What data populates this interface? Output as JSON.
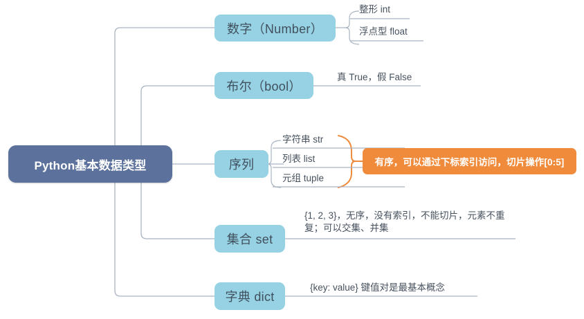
{
  "diagram": {
    "title": "Python基本数据类型",
    "type": "mindmap",
    "colors": {
      "root_fill": "#5c729c",
      "root_text": "#ffffff",
      "branch_fill": "#96d2e3",
      "branch_text": "#41505e",
      "callout_fill": "#f08b3c",
      "callout_text": "#ffffff",
      "line": "#a9b4c2",
      "accent_bracket": "#f08b3c",
      "leaf_text": "#47525f"
    }
  },
  "root": {
    "label": "Python基本数据类型"
  },
  "branches": [
    {
      "id": "number",
      "label": "数字（Number）",
      "leaves": [
        {
          "id": "int",
          "text": "整形 int"
        },
        {
          "id": "float",
          "text": "浮点型 float"
        }
      ]
    },
    {
      "id": "bool",
      "label": "布尔（bool）",
      "leaves": [
        {
          "id": "bool-values",
          "text": "真 True，假 False"
        }
      ]
    },
    {
      "id": "sequence",
      "label": "序列",
      "leaves": [
        {
          "id": "str",
          "text": "字符串 str"
        },
        {
          "id": "list",
          "text": "列表 list"
        },
        {
          "id": "tuple",
          "text": "元组 tuple"
        }
      ],
      "callout": {
        "id": "sequence-callout",
        "text": "有序，可以通过下标索引访问，切片操作[0:5]"
      }
    },
    {
      "id": "set",
      "label": "集合 set",
      "leaves": [
        {
          "id": "set-note",
          "text": "{1, 2, 3}，无序，没有索引，不能切片，元素不重复；可以交集、并集"
        }
      ]
    },
    {
      "id": "dict",
      "label": "字典 dict",
      "leaves": [
        {
          "id": "dict-note",
          "text": "{key: value} 键值对是最基本概念"
        }
      ]
    }
  ]
}
